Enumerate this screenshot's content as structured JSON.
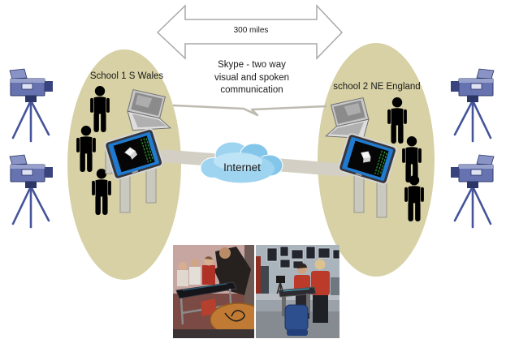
{
  "labels": {
    "distance": "300 miles",
    "skype_note": "Skype - two way\nvisual and spoken\ncommunication",
    "internet": "Internet",
    "school1": "School 1 S Wales",
    "school2": "school 2 NE England"
  },
  "colors": {
    "zone": "#d7d1a5",
    "cloud": "#9ed4f0",
    "cloud-shade": "#84c6ea",
    "cloud-highlight": "#c4e7f8",
    "band": "#d3cfc4",
    "line": "#bdbab1",
    "camera-body": "#6673b0",
    "camera-top": "#98a1cc",
    "camera-dark": "#2c3768",
    "camera-leg": "#45549a",
    "table-bezel": "#1f7ad0",
    "table-matrix-green": "#2f9c2f",
    "person": "#000000",
    "arrow-stroke": "#a8a8a8"
  },
  "icons": {
    "video_camera": "video-camera-icon",
    "person": "person-icon",
    "laptop": "laptop-icon",
    "interactive_table": "interactive-table-icon",
    "internet_cloud": "cloud-icon",
    "distance_arrow": "double-headed-arrow"
  },
  "photos": {
    "left_alt": "pupils and teacher at interactive table, school 1",
    "right_alt": "two pupils at interactive table, school 2"
  }
}
